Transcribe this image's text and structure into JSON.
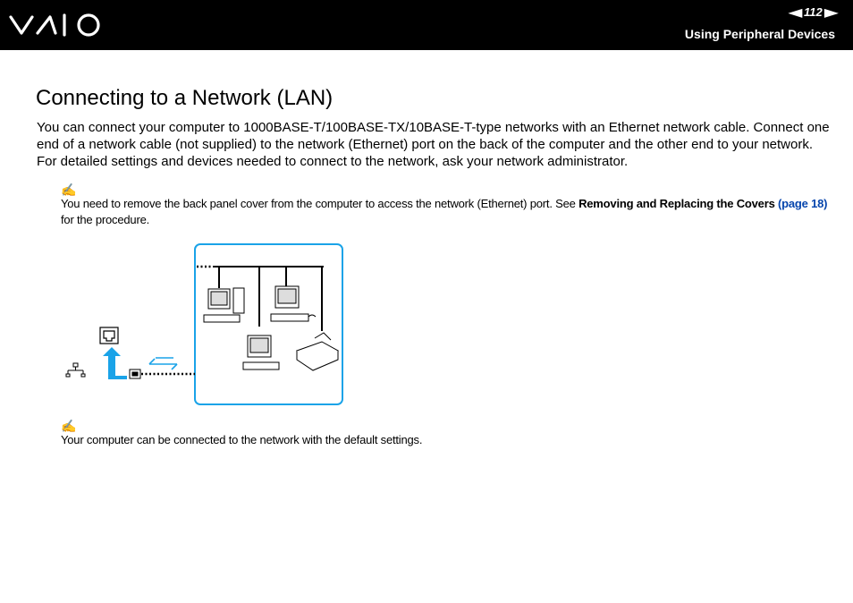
{
  "header": {
    "page_number": "112",
    "section_title": "Using Peripheral Devices",
    "logo_icon": "vaio-logo-icon"
  },
  "main": {
    "title": "Connecting to a Network (LAN)",
    "intro": "You can connect your computer to 1000BASE-T/100BASE-TX/10BASE-T-type networks with an Ethernet network cable. Connect one end of a network cable (not supplied) to the network (Ethernet) port on the back of the computer and the other end to your network. For detailed settings and devices needed to connect to the network, ask your network administrator.",
    "note1": {
      "icon": "pencil-note-icon",
      "text_before": "You need to remove the back panel cover from the computer to access the network (Ethernet) port. See ",
      "bold_ref": "Removing and Replacing the Covers",
      "link_text": "(page 18)",
      "text_after": " for the procedure."
    },
    "note2": {
      "icon": "pencil-note-icon",
      "text": "Your computer can be connected to the network with the default settings."
    }
  },
  "colors": {
    "header_bg": "#000000",
    "link": "#0645ad",
    "diagram_accent": "#1aa3e8",
    "note_icon": "#5aa52a"
  }
}
